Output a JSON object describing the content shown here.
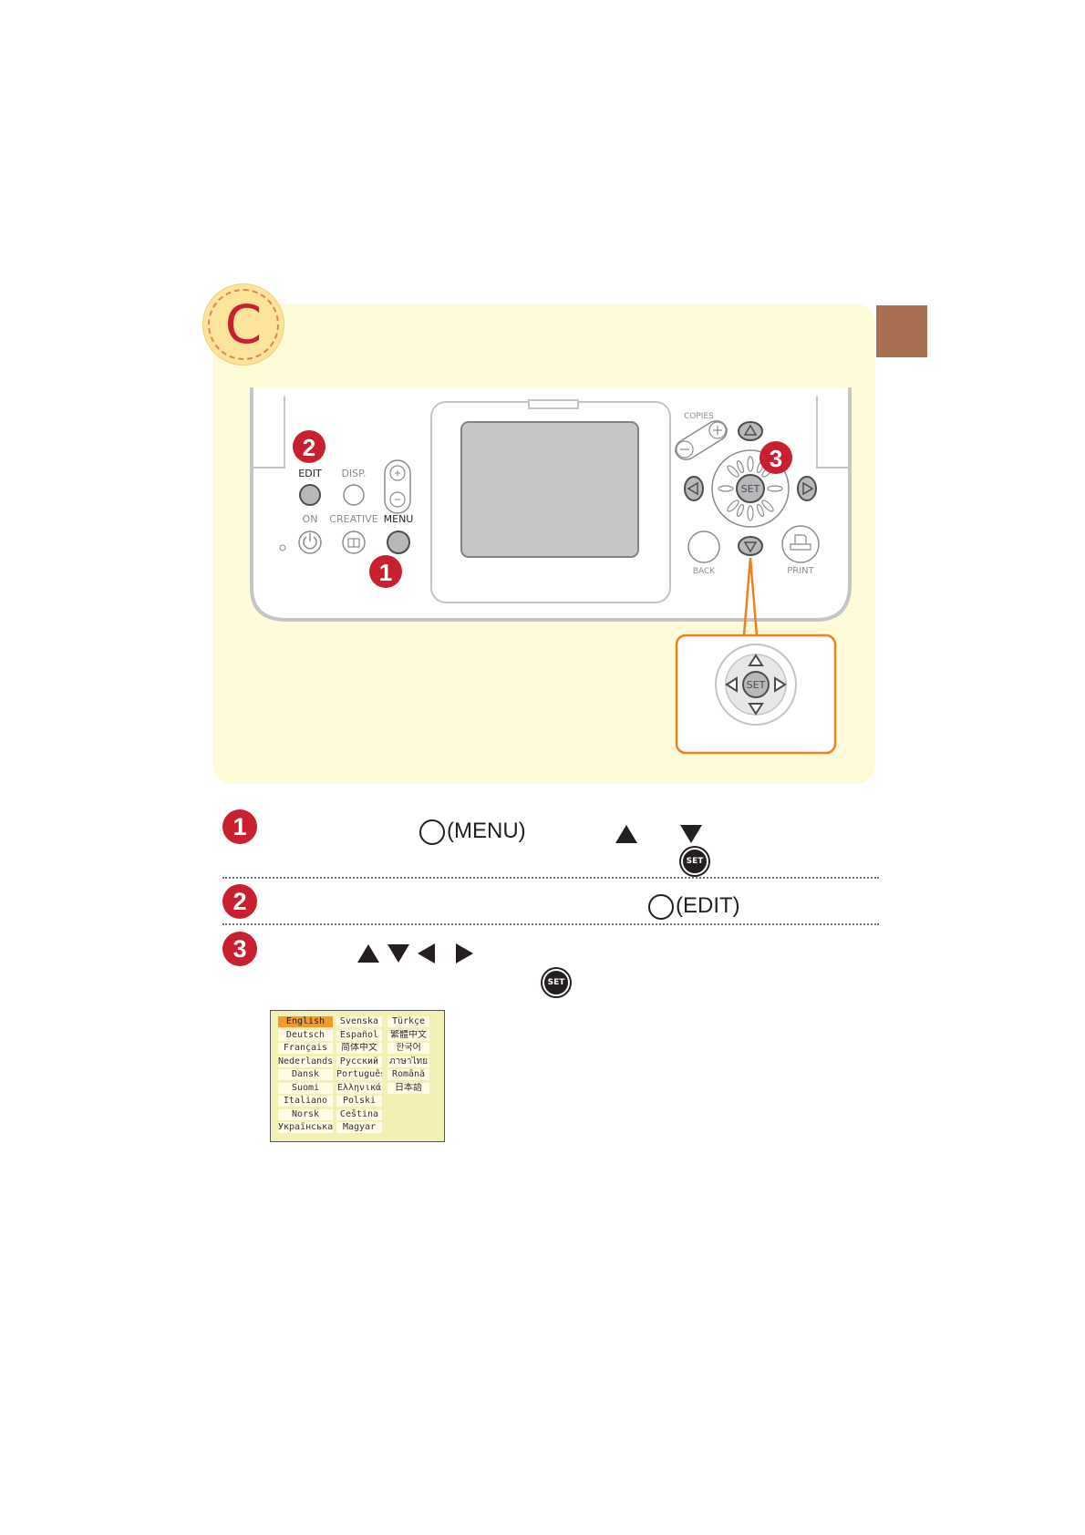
{
  "section_badge": "C",
  "printer": {
    "labels": {
      "edit": "EDIT",
      "disp": "DISP.",
      "on": "ON",
      "creative": "CREATIVE",
      "menu": "MENU",
      "copies": "COPIES",
      "back": "BACK",
      "print": "PRINT",
      "set": "SET"
    },
    "callouts": [
      "1",
      "2",
      "3"
    ]
  },
  "steps": [
    {
      "number": "1",
      "button_label": "(MENU)",
      "set_label": "SET"
    },
    {
      "number": "2",
      "button_label": "(EDIT)"
    },
    {
      "number": "3",
      "set_label": "SET"
    }
  ],
  "language_screen": {
    "selected": "English",
    "columns": [
      [
        "English",
        "Deutsch",
        "Français",
        "Nederlands",
        "Dansk",
        "Suomi",
        "Italiano",
        "Norsk",
        "Українська"
      ],
      [
        "Svenska",
        "Español",
        "简体中文",
        "Русский",
        "Português",
        "Ελληνικά",
        "Polski",
        "Čeština",
        "Magyar"
      ],
      [
        "Türkçe",
        "繁體中文",
        "한국어",
        "ภาษาไทย",
        "Română",
        "日本語"
      ]
    ]
  },
  "colors": {
    "panel_bg": "#fefbd8",
    "accent_red": "#c8202f",
    "tab_brown": "#a86f52",
    "callout_orange": "#f07f22"
  }
}
